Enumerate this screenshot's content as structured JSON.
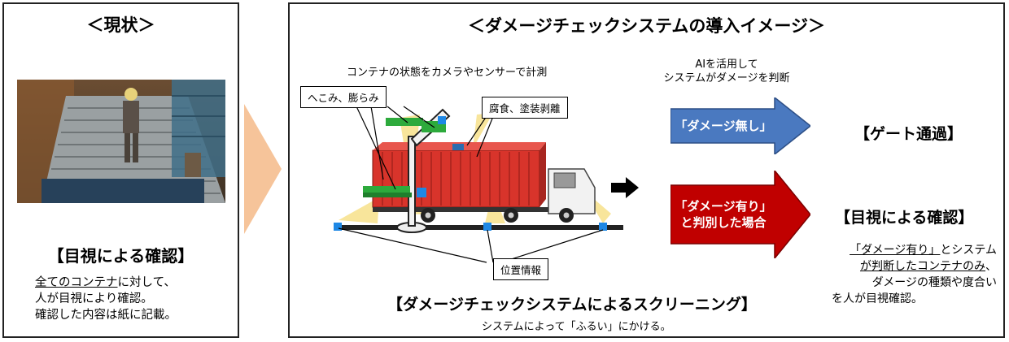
{
  "left_panel": {
    "title": "＜現状＞",
    "method": "【目視による確認】",
    "line1_underlined": "全てのコンテナ",
    "line1_rest": "に対して、",
    "line2": "人が目視により確認。",
    "line3": "確認した内容は紙に記載。"
  },
  "right_panel": {
    "title": "＜ダメージチェックシステムの導入イメージ＞",
    "measure_caption": "コンテナの状態をカメラやセンサーで計測",
    "ai_caption_line1": "AIを活用して",
    "ai_caption_line2": "システムがダメージを判断",
    "label_dent": "へこみ、膨らみ",
    "label_corrosion": "腐食、塗装剥離",
    "label_position": "位置情報",
    "arrow_no_damage": "「ダメージ無し」",
    "arrow_damage_line1": "「ダメージ有り」",
    "arrow_damage_line2": "と判別した場合",
    "result_gate": "【ゲート通過】",
    "result_visual": "【目視による確認】",
    "result_line1_u": "「ダメージ有り」",
    "result_line1_rest": "とシステム",
    "result_line2_u": "が判断したコンテナのみ",
    "result_line2_rest": "、",
    "result_line3": "ダメージの種類や度合い",
    "result_line4": "を人が目視確認。",
    "screening_title": "【ダメージチェックシステムによるスクリーニング】",
    "screening_sub": "システムによって「ふるい」にかける。"
  },
  "colors": {
    "chevron": "#f6c49a",
    "blue_arrow": "#4a79c0",
    "red_arrow": "#c00000",
    "container_red": "#d8342b",
    "sensor_green": "#2daa3c",
    "sensor_blue": "#1e88e5",
    "beam_yellow": "#f7e08a"
  }
}
